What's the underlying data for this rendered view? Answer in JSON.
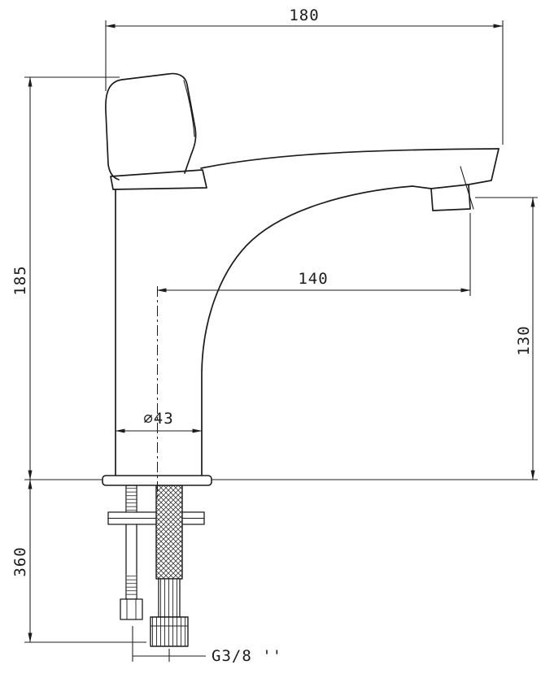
{
  "page": {
    "background": "#ffffff",
    "line_color": "#1c1c1c"
  },
  "drawing": {
    "dimensions": {
      "top_width": "180",
      "overall_height": "185",
      "spout_reach": "140",
      "spout_outlet_height": "130",
      "body_diameter": "⌀43",
      "supply_length": "360",
      "thread_size": "G3/8 ''"
    }
  }
}
